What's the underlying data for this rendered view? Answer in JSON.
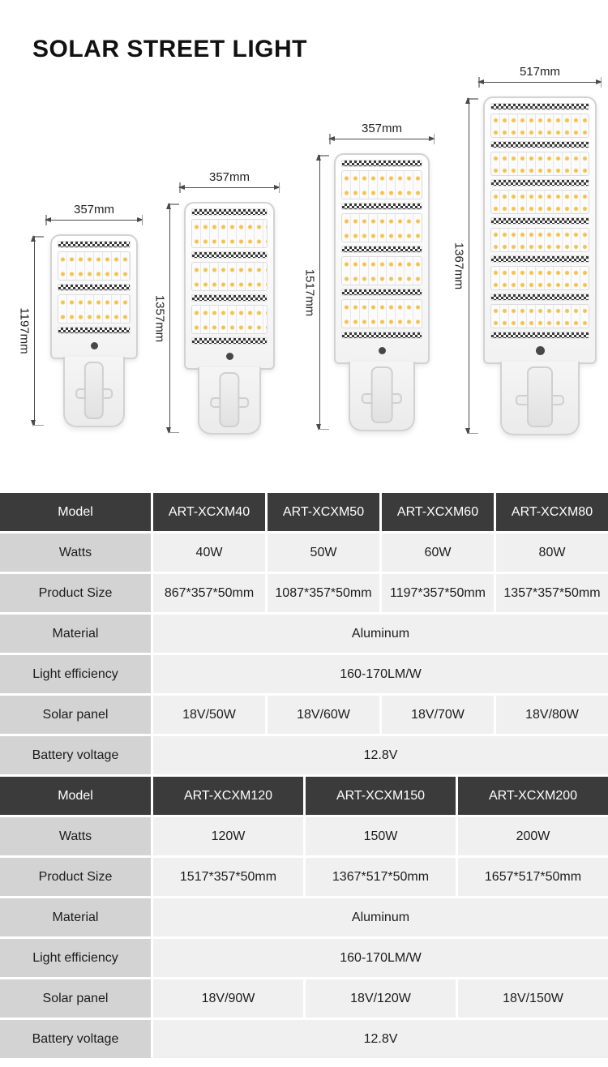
{
  "title": "SOLAR STREET LIGHT",
  "colors": {
    "table_header_bg": "#3b3b3b",
    "table_label_bg": "#d3d3d3",
    "table_cell_bg": "#f0f0f0",
    "led_accent": "#f4c24f"
  },
  "lamps": [
    {
      "width_label": "357mm",
      "height_label": "1197mm"
    },
    {
      "width_label": "357mm",
      "height_label": "1357mm"
    },
    {
      "width_label": "357mm",
      "height_label": "1517mm"
    },
    {
      "width_label": "517mm",
      "height_label": "1367mm"
    }
  ],
  "tables": [
    {
      "rows": [
        {
          "label": "Model",
          "cells": [
            "ART-XCXM40",
            "ART-XCXM50",
            "ART-XCXM60",
            "ART-XCXM80"
          ]
        },
        {
          "label": "Watts",
          "cells": [
            "40W",
            "50W",
            "60W",
            "80W"
          ]
        },
        {
          "label": "Product Size",
          "cells": [
            "867*357*50mm",
            "1087*357*50mm",
            "1197*357*50mm",
            "1357*357*50mm"
          ]
        },
        {
          "label": "Material",
          "merged": "Aluminum"
        },
        {
          "label": "Light efficiency",
          "merged": "160-170LM/W"
        },
        {
          "label": "Solar panel",
          "cells": [
            "18V/50W",
            "18V/60W",
            "18V/70W",
            "18V/80W"
          ]
        },
        {
          "label": "Battery voltage",
          "merged": "12.8V"
        }
      ]
    },
    {
      "rows": [
        {
          "label": "Model",
          "cells": [
            "ART-XCXM120",
            "ART-XCXM150",
            "ART-XCXM200"
          ]
        },
        {
          "label": "Watts",
          "cells": [
            "120W",
            "150W",
            "200W"
          ]
        },
        {
          "label": "Product Size",
          "cells": [
            "1517*357*50mm",
            "1367*517*50mm",
            "1657*517*50mm"
          ]
        },
        {
          "label": "Material",
          "merged": "Aluminum"
        },
        {
          "label": "Light efficiency",
          "merged": "160-170LM/W"
        },
        {
          "label": "Solar panel",
          "cells": [
            "18V/90W",
            "18V/120W",
            "18V/150W"
          ]
        },
        {
          "label": "Battery voltage",
          "merged": "12.8V"
        }
      ]
    }
  ]
}
